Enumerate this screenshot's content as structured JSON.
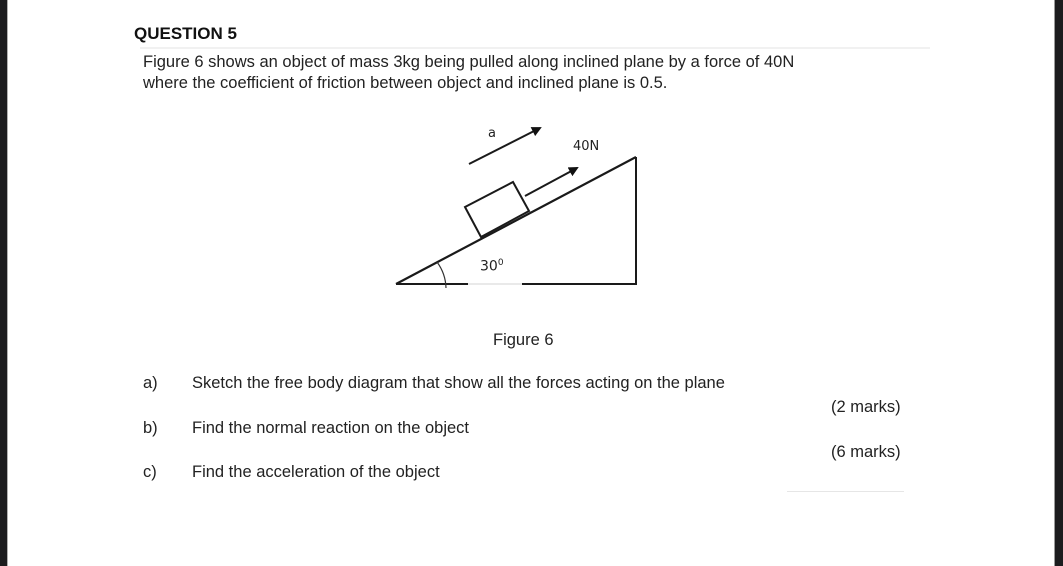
{
  "question": {
    "title": "QUESTION 5",
    "body_lines": [
      "Figure 6 shows an object of mass 3kg being pulled along inclined plane by a force of 40N",
      "where the coefficient of friction between object and inclined plane is 0.5."
    ]
  },
  "figure": {
    "acceleration_label": "a",
    "force_label": "40N",
    "angle_label": "30",
    "angle_superscript": "0",
    "caption": "Figure 6"
  },
  "parts": [
    {
      "letter": "a)",
      "text": "Sketch the free body diagram that show all the forces acting on the plane",
      "marks": "(2 marks)"
    },
    {
      "letter": "b)",
      "text": "Find the normal reaction on the object",
      "marks": "(6 marks)"
    },
    {
      "letter": "c)",
      "text": "Find the acceleration of the object"
    }
  ]
}
